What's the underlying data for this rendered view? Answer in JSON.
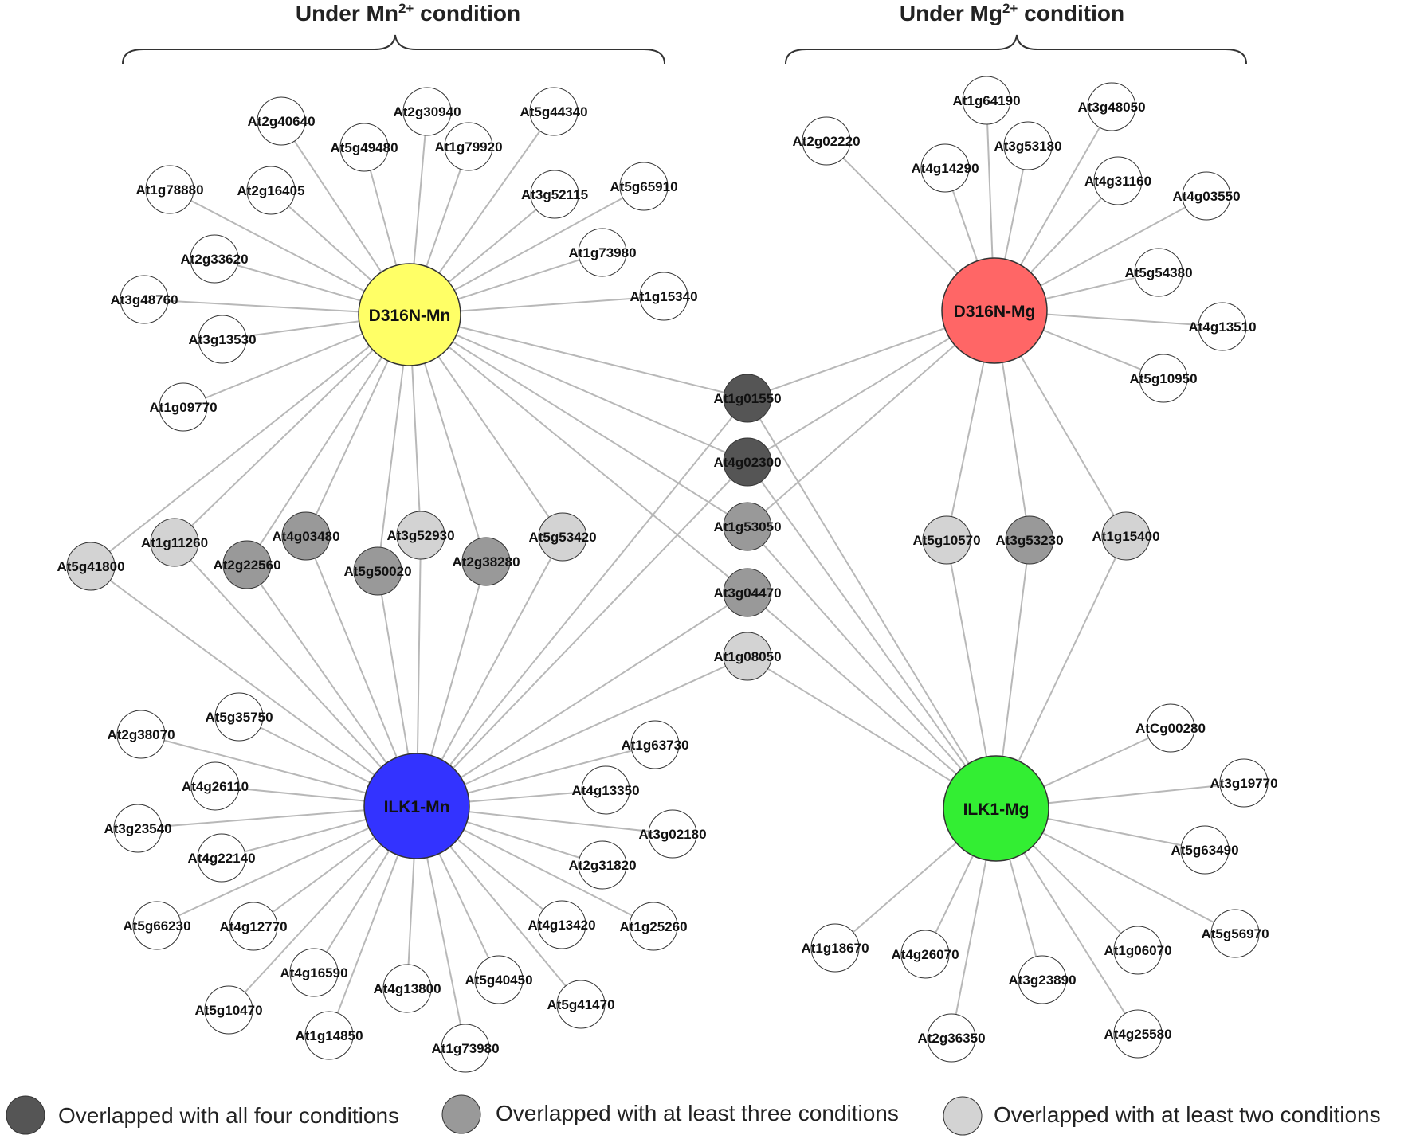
{
  "headers": {
    "left": {
      "prefix": "Under Mn",
      "sup": "2+",
      "suffix": " condition"
    },
    "right": {
      "prefix": "Under Mg",
      "sup": "2+",
      "suffix": " condition"
    }
  },
  "colors": {
    "all_four": "#555555",
    "three": "#999999",
    "two": "#d3d3d3",
    "none": "#ffffff",
    "D316N-Mn": "#ffff66",
    "D316N-Mg": "#ff6666",
    "ILK1-Mn": "#3333ff",
    "ILK1-Mg": "#33ee33"
  },
  "hubs": [
    {
      "id": "D316N-Mn",
      "label": "D316N-Mn"
    },
    {
      "id": "D316N-Mg",
      "label": "D316N-Mg"
    },
    {
      "id": "ILK1-Mn",
      "label": "ILK1-Mn"
    },
    {
      "id": "ILK1-Mg",
      "label": "ILK1-Mg"
    }
  ],
  "nodes": [
    {
      "id": "d316mn_1",
      "label": "At2g30940",
      "overlap": "none",
      "hubs": [
        "D316N-Mn"
      ]
    },
    {
      "id": "d316mn_2",
      "label": "At2g40640",
      "overlap": "none",
      "hubs": [
        "D316N-Mn"
      ]
    },
    {
      "id": "d316mn_3",
      "label": "At5g44340",
      "overlap": "none",
      "hubs": [
        "D316N-Mn"
      ]
    },
    {
      "id": "d316mn_4",
      "label": "At5g49480",
      "overlap": "none",
      "hubs": [
        "D316N-Mn"
      ]
    },
    {
      "id": "d316mn_5",
      "label": "At1g79920",
      "overlap": "none",
      "hubs": [
        "D316N-Mn"
      ]
    },
    {
      "id": "d316mn_6",
      "label": "At1g78880",
      "overlap": "none",
      "hubs": [
        "D316N-Mn"
      ]
    },
    {
      "id": "d316mn_7",
      "label": "At2g16405",
      "overlap": "none",
      "hubs": [
        "D316N-Mn"
      ]
    },
    {
      "id": "d316mn_8",
      "label": "At3g52115",
      "overlap": "none",
      "hubs": [
        "D316N-Mn"
      ]
    },
    {
      "id": "d316mn_9",
      "label": "At5g65910",
      "overlap": "none",
      "hubs": [
        "D316N-Mn"
      ]
    },
    {
      "id": "d316mn_10",
      "label": "At2g33620",
      "overlap": "none",
      "hubs": [
        "D316N-Mn"
      ]
    },
    {
      "id": "d316mn_11",
      "label": "At1g73980",
      "overlap": "none",
      "hubs": [
        "D316N-Mn"
      ]
    },
    {
      "id": "d316mn_12",
      "label": "At3g48760",
      "overlap": "none",
      "hubs": [
        "D316N-Mn"
      ]
    },
    {
      "id": "d316mn_13",
      "label": "At1g15340",
      "overlap": "none",
      "hubs": [
        "D316N-Mn"
      ]
    },
    {
      "id": "d316mn_14",
      "label": "At3g13530",
      "overlap": "none",
      "hubs": [
        "D316N-Mn"
      ]
    },
    {
      "id": "d316mn_15",
      "label": "At1g09770",
      "overlap": "none",
      "hubs": [
        "D316N-Mn"
      ]
    },
    {
      "id": "d316mg_1",
      "label": "At1g64190",
      "overlap": "none",
      "hubs": [
        "D316N-Mg"
      ]
    },
    {
      "id": "d316mg_2",
      "label": "At3g48050",
      "overlap": "none",
      "hubs": [
        "D316N-Mg"
      ]
    },
    {
      "id": "d316mg_3",
      "label": "At2g02220",
      "overlap": "none",
      "hubs": [
        "D316N-Mg"
      ]
    },
    {
      "id": "d316mg_4",
      "label": "At3g53180",
      "overlap": "none",
      "hubs": [
        "D316N-Mg"
      ]
    },
    {
      "id": "d316mg_5",
      "label": "At4g14290",
      "overlap": "none",
      "hubs": [
        "D316N-Mg"
      ]
    },
    {
      "id": "d316mg_6",
      "label": "At4g31160",
      "overlap": "none",
      "hubs": [
        "D316N-Mg"
      ]
    },
    {
      "id": "d316mg_7",
      "label": "At4g03550",
      "overlap": "none",
      "hubs": [
        "D316N-Mg"
      ]
    },
    {
      "id": "d316mg_8",
      "label": "At5g54380",
      "overlap": "none",
      "hubs": [
        "D316N-Mg"
      ]
    },
    {
      "id": "d316mg_9",
      "label": "At4g13510",
      "overlap": "none",
      "hubs": [
        "D316N-Mg"
      ]
    },
    {
      "id": "d316mg_10",
      "label": "At5g10950",
      "overlap": "none",
      "hubs": [
        "D316N-Mg"
      ]
    },
    {
      "id": "center_1",
      "label": "At1g01550",
      "overlap": "all_four",
      "hubs": [
        "D316N-Mn",
        "D316N-Mg",
        "ILK1-Mn",
        "ILK1-Mg"
      ]
    },
    {
      "id": "center_2",
      "label": "At4g02300",
      "overlap": "all_four",
      "hubs": [
        "D316N-Mn",
        "D316N-Mg",
        "ILK1-Mn",
        "ILK1-Mg"
      ]
    },
    {
      "id": "center_3",
      "label": "At1g53050",
      "overlap": "three",
      "hubs": [
        "D316N-Mn",
        "D316N-Mg",
        "ILK1-Mg"
      ]
    },
    {
      "id": "center_4",
      "label": "At3g04470",
      "overlap": "three",
      "hubs": [
        "D316N-Mn",
        "ILK1-Mn",
        "ILK1-Mg"
      ]
    },
    {
      "id": "center_5",
      "label": "At1g08050",
      "overlap": "two",
      "hubs": [
        "ILK1-Mn",
        "ILK1-Mg"
      ]
    },
    {
      "id": "mnshared_1",
      "label": "At5g41800",
      "overlap": "two",
      "hubs": [
        "D316N-Mn",
        "ILK1-Mn"
      ]
    },
    {
      "id": "mnshared_2",
      "label": "At1g11260",
      "overlap": "two",
      "hubs": [
        "D316N-Mn",
        "ILK1-Mn"
      ]
    },
    {
      "id": "mnshared_3",
      "label": "At2g22560",
      "overlap": "three",
      "hubs": [
        "D316N-Mn",
        "ILK1-Mn"
      ]
    },
    {
      "id": "mnshared_4",
      "label": "At4g03480",
      "overlap": "three",
      "hubs": [
        "D316N-Mn",
        "ILK1-Mn"
      ]
    },
    {
      "id": "mnshared_5",
      "label": "At5g50020",
      "overlap": "three",
      "hubs": [
        "D316N-Mn",
        "ILK1-Mn"
      ]
    },
    {
      "id": "mnshared_6",
      "label": "At3g52930",
      "overlap": "two",
      "hubs": [
        "D316N-Mn",
        "ILK1-Mn"
      ]
    },
    {
      "id": "mnshared_7",
      "label": "At2g38280",
      "overlap": "three",
      "hubs": [
        "D316N-Mn",
        "ILK1-Mn"
      ]
    },
    {
      "id": "mnshared_8",
      "label": "At5g53420",
      "overlap": "two",
      "hubs": [
        "D316N-Mn",
        "ILK1-Mn"
      ]
    },
    {
      "id": "mgshared_1",
      "label": "At5g10570",
      "overlap": "two",
      "hubs": [
        "D316N-Mg",
        "ILK1-Mg"
      ]
    },
    {
      "id": "mgshared_2",
      "label": "At3g53230",
      "overlap": "three",
      "hubs": [
        "D316N-Mg",
        "ILK1-Mg"
      ]
    },
    {
      "id": "mgshared_3",
      "label": "At1g15400",
      "overlap": "two",
      "hubs": [
        "D316N-Mg",
        "ILK1-Mg"
      ]
    },
    {
      "id": "ilkmn_1",
      "label": "At5g35750",
      "overlap": "none",
      "hubs": [
        "ILK1-Mn"
      ]
    },
    {
      "id": "ilkmn_2",
      "label": "At2g38070",
      "overlap": "none",
      "hubs": [
        "ILK1-Mn"
      ]
    },
    {
      "id": "ilkmn_3",
      "label": "At4g26110",
      "overlap": "none",
      "hubs": [
        "ILK1-Mn"
      ]
    },
    {
      "id": "ilkmn_4",
      "label": "At3g23540",
      "overlap": "none",
      "hubs": [
        "ILK1-Mn"
      ]
    },
    {
      "id": "ilkmn_5",
      "label": "At4g22140",
      "overlap": "none",
      "hubs": [
        "ILK1-Mn"
      ]
    },
    {
      "id": "ilkmn_6",
      "label": "At5g66230",
      "overlap": "none",
      "hubs": [
        "ILK1-Mn"
      ]
    },
    {
      "id": "ilkmn_7",
      "label": "At4g12770",
      "overlap": "none",
      "hubs": [
        "ILK1-Mn"
      ]
    },
    {
      "id": "ilkmn_8",
      "label": "At4g16590",
      "overlap": "none",
      "hubs": [
        "ILK1-Mn"
      ]
    },
    {
      "id": "ilkmn_9",
      "label": "At5g10470",
      "overlap": "none",
      "hubs": [
        "ILK1-Mn"
      ]
    },
    {
      "id": "ilkmn_10",
      "label": "At1g14850",
      "overlap": "none",
      "hubs": [
        "ILK1-Mn"
      ]
    },
    {
      "id": "ilkmn_11",
      "label": "At4g13800",
      "overlap": "none",
      "hubs": [
        "ILK1-Mn"
      ]
    },
    {
      "id": "ilkmn_12",
      "label": "At1g73980",
      "overlap": "none",
      "hubs": [
        "ILK1-Mn"
      ]
    },
    {
      "id": "ilkmn_13",
      "label": "At5g40450",
      "overlap": "none",
      "hubs": [
        "ILK1-Mn"
      ]
    },
    {
      "id": "ilkmn_14",
      "label": "At5g41470",
      "overlap": "none",
      "hubs": [
        "ILK1-Mn"
      ]
    },
    {
      "id": "ilkmn_15",
      "label": "At4g13420",
      "overlap": "none",
      "hubs": [
        "ILK1-Mn"
      ]
    },
    {
      "id": "ilkmn_16",
      "label": "At1g25260",
      "overlap": "none",
      "hubs": [
        "ILK1-Mn"
      ]
    },
    {
      "id": "ilkmn_17",
      "label": "At2g31820",
      "overlap": "none",
      "hubs": [
        "ILK1-Mn"
      ]
    },
    {
      "id": "ilkmn_18",
      "label": "At3g02180",
      "overlap": "none",
      "hubs": [
        "ILK1-Mn"
      ]
    },
    {
      "id": "ilkmn_19",
      "label": "At4g13350",
      "overlap": "none",
      "hubs": [
        "ILK1-Mn"
      ]
    },
    {
      "id": "ilkmn_20",
      "label": "At1g63730",
      "overlap": "none",
      "hubs": [
        "ILK1-Mn"
      ]
    },
    {
      "id": "ilkmg_1",
      "label": "AtCg00280",
      "overlap": "none",
      "hubs": [
        "ILK1-Mg"
      ]
    },
    {
      "id": "ilkmg_2",
      "label": "At3g19770",
      "overlap": "none",
      "hubs": [
        "ILK1-Mg"
      ]
    },
    {
      "id": "ilkmg_3",
      "label": "At5g63490",
      "overlap": "none",
      "hubs": [
        "ILK1-Mg"
      ]
    },
    {
      "id": "ilkmg_4",
      "label": "At5g56970",
      "overlap": "none",
      "hubs": [
        "ILK1-Mg"
      ]
    },
    {
      "id": "ilkmg_5",
      "label": "At1g06070",
      "overlap": "none",
      "hubs": [
        "ILK1-Mg"
      ]
    },
    {
      "id": "ilkmg_6",
      "label": "At4g25580",
      "overlap": "none",
      "hubs": [
        "ILK1-Mg"
      ]
    },
    {
      "id": "ilkmg_7",
      "label": "At3g23890",
      "overlap": "none",
      "hubs": [
        "ILK1-Mg"
      ]
    },
    {
      "id": "ilkmg_8",
      "label": "At2g36350",
      "overlap": "none",
      "hubs": [
        "ILK1-Mg"
      ]
    },
    {
      "id": "ilkmg_9",
      "label": "At4g26070",
      "overlap": "none",
      "hubs": [
        "ILK1-Mg"
      ]
    },
    {
      "id": "ilkmg_10",
      "label": "At1g18670",
      "overlap": "none",
      "hubs": [
        "ILK1-Mg"
      ]
    }
  ],
  "legend": [
    {
      "overlap": "all_four",
      "label": "Overlapped with all four conditions"
    },
    {
      "overlap": "three",
      "label": "Overlapped with at least three conditions"
    },
    {
      "overlap": "two",
      "label": "Overlapped with at least two conditions"
    }
  ]
}
